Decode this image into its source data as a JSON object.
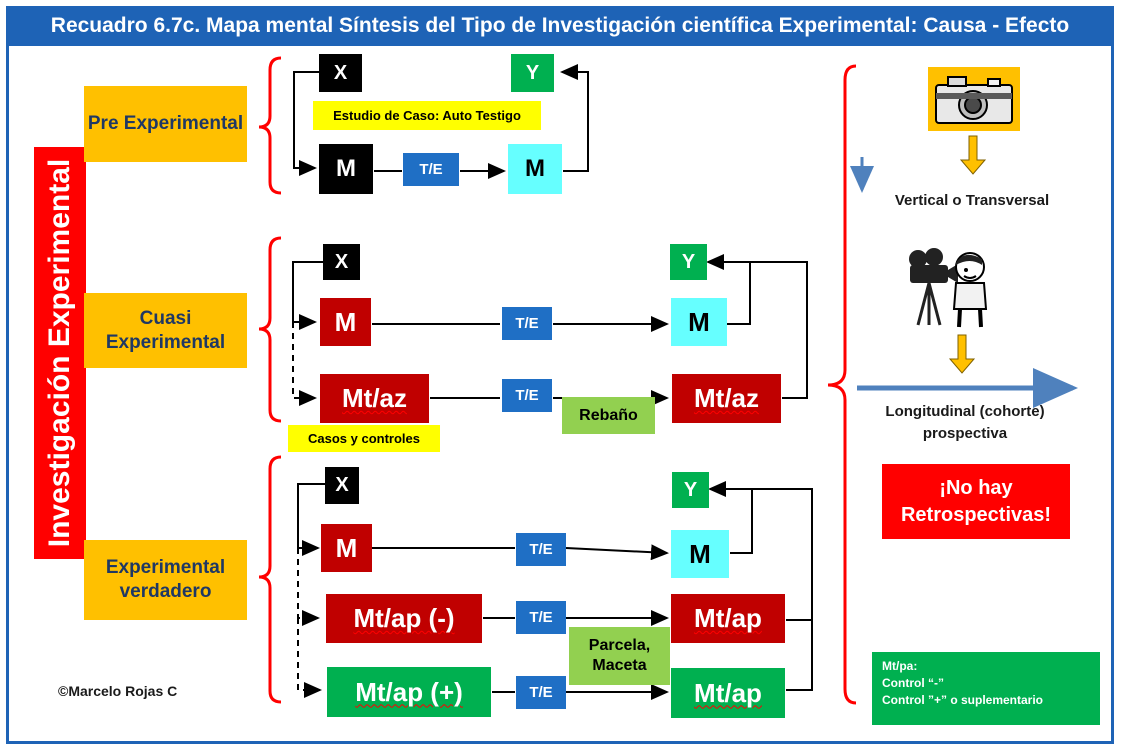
{
  "title": "Recuadro 6.7c. Mapa mental Síntesis del Tipo de Investigación científica Experimental: Causa - Efecto",
  "main_label": "Investigación Experimental",
  "pre": {
    "label": "Pre Experimental",
    "x": "X",
    "y": "Y",
    "m1": "M",
    "te": "T/E",
    "m2": "M",
    "note": "Estudio de Caso: Auto Testigo"
  },
  "cuasi": {
    "label": "Cuasi Experimental",
    "x": "X",
    "y": "Y",
    "m1": "M",
    "te1": "T/E",
    "m2": "M",
    "mt1": "Mt/az",
    "te2": "T/E",
    "mt2": "Mt/az",
    "herd": "Rebaño",
    "cases": "Casos y controles"
  },
  "verdadero": {
    "label": "Experimental verdadero",
    "x": "X",
    "y": "Y",
    "m1": "M",
    "te1": "T/E",
    "m2": "M",
    "mt_neg": "Mt/ap (-)",
    "te2": "T/E",
    "mt_neg_out": "Mt/ap",
    "mt_pos": "Mt/ap (+)",
    "te3": "T/E",
    "mt_pos_out": "Mt/ap",
    "plot": "Parcela, Maceta"
  },
  "right": {
    "vertical": "Vertical o Transversal",
    "longitudinal": "Longitudinal (cohorte) prospectiva",
    "no_retro": "¡No hay Retrospectivas!",
    "legend_title": "Mt/pa:",
    "legend_l1": "Control “-”",
    "legend_l2": "Control ”+” o suplementario"
  },
  "copyright": "©Marcelo Rojas C",
  "icons": [
    "camera-icon",
    "film-director-icon"
  ],
  "colors": {
    "frame": "#1e63b6",
    "orange": "#ffc000",
    "dark_red": "#c00000",
    "red": "#ff0000",
    "green": "#00b050",
    "cyan": "#66ffff",
    "blue": "#1f6fc5",
    "yellow": "#ffff00",
    "light_green": "#92d050"
  }
}
